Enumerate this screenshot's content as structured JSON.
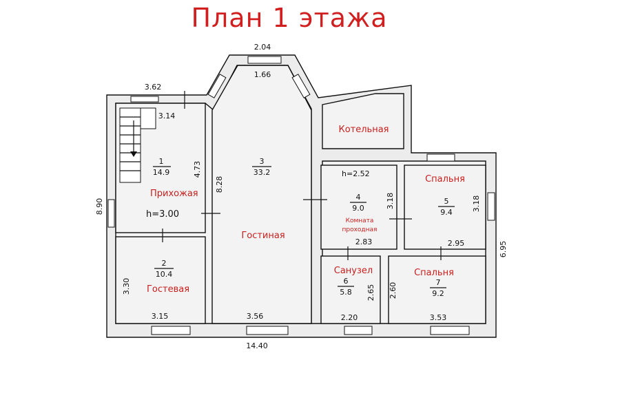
{
  "title": "План 1 этажа",
  "rooms": {
    "entry": {
      "label": "Прихожая",
      "number": "1",
      "area": "14.9",
      "height": "h=3.00"
    },
    "guest": {
      "label": "Гостевая",
      "number": "2",
      "area": "10.4"
    },
    "living": {
      "label": "Гостиная",
      "number": "3",
      "area": "33.2"
    },
    "boiler": {
      "label": "Котельная"
    },
    "pass": {
      "label_line1": "Комната",
      "label_line2": "проходная",
      "number": "4",
      "area": "9.0",
      "height": "h=2.52"
    },
    "bedroom1": {
      "label": "Спальня",
      "number": "5",
      "area": "9.4"
    },
    "bath": {
      "label": "Санузел",
      "number": "6",
      "area": "5.8"
    },
    "bedroom2": {
      "label": "Спальня",
      "number": "7",
      "area": "9.2"
    }
  },
  "dims": {
    "bay_outer": "2.04",
    "bay_inner": "1.66",
    "stair_outer": "3.62",
    "stair_inner": "3.14",
    "entry_depth": "4.73",
    "living_depth": "8.28",
    "total_height": "8.90",
    "guest_depth": "3.30",
    "guest_width": "3.15",
    "living_width": "3.56",
    "total_width": "14.40",
    "pass_depth": "3.18",
    "pass_width": "2.83",
    "bed1_depth": "3.18",
    "bed1_width": "2.95",
    "right_height": "6.95",
    "bath_depth": "2.65",
    "bath_width": "2.20",
    "bed2_depth": "2.60",
    "bed2_width": "3.53"
  }
}
